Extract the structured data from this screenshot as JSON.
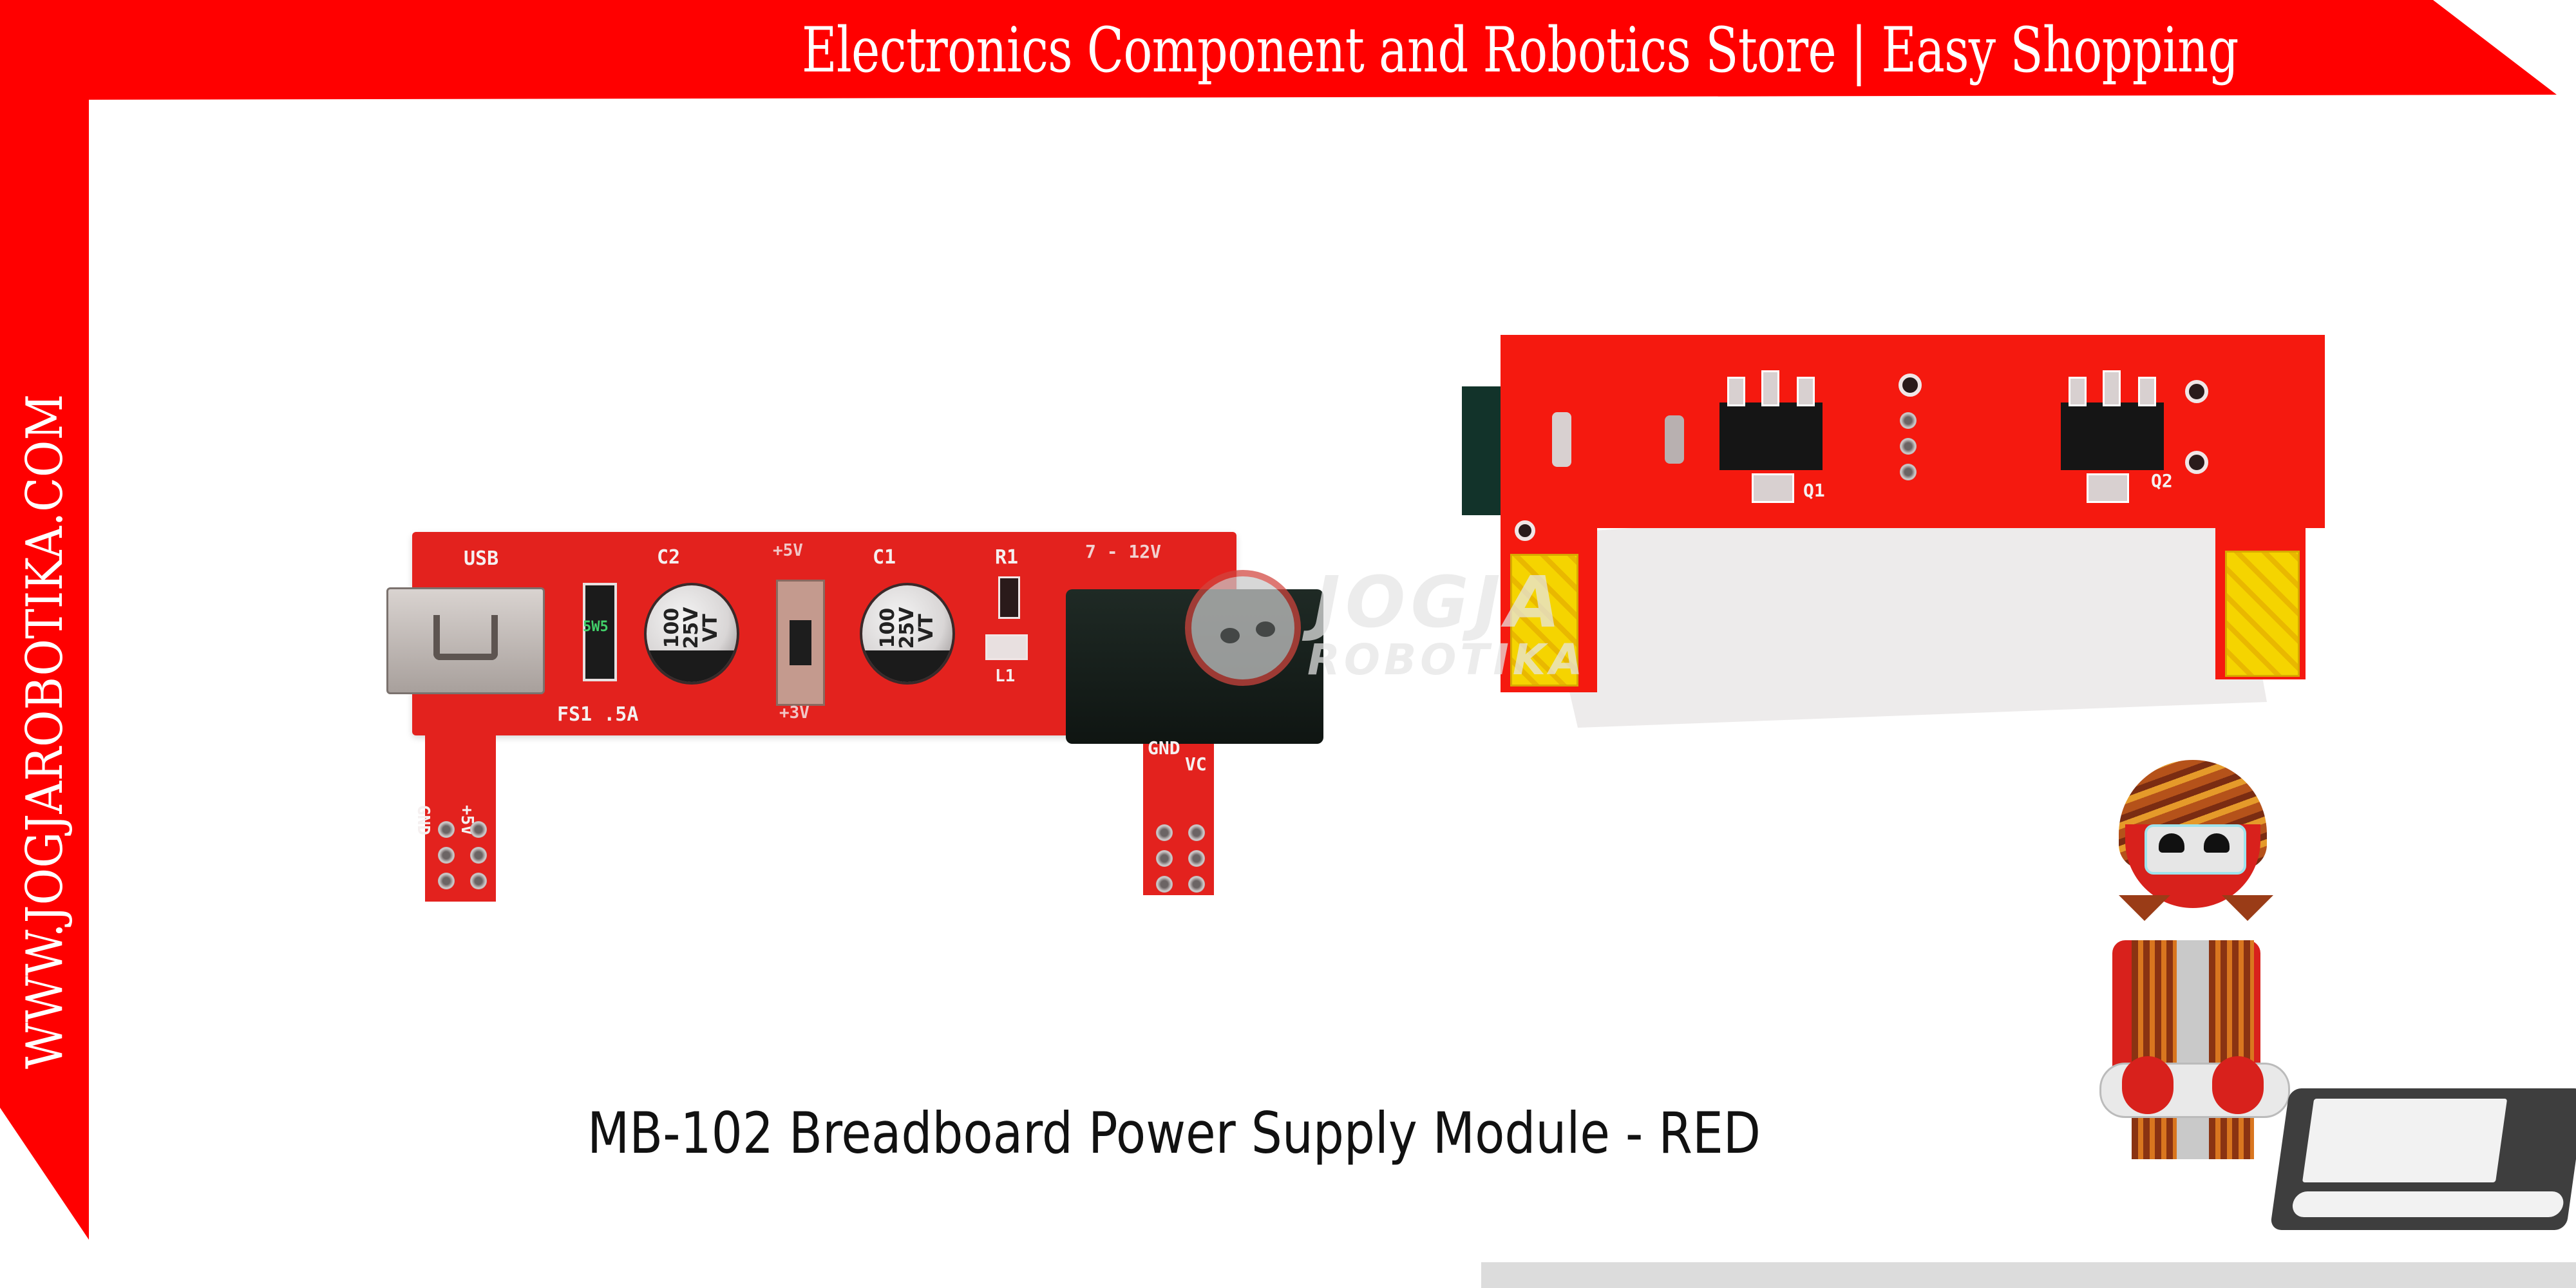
{
  "banner": {
    "tagline": "Electronics Component and Robotics Store | Easy Shopping",
    "website": "WWW.JOGJAROBOTIKA.COM",
    "brand_color": "#ff0000",
    "text_color": "#ffffff"
  },
  "product": {
    "title": "MB-102 Breadboard Power Supply Module - RED",
    "board_color": "#e8231f"
  },
  "watermark": {
    "line1": "JOGJA",
    "line2": "ROBOTIKA",
    "logo_icon": "robot-face-logo-icon"
  },
  "board_front": {
    "labels": {
      "usb": "USB",
      "c2": "C2",
      "plus5v_top": "+5V",
      "c1": "C1",
      "r1": "R1",
      "volt_range": "7 - 12V",
      "fuse": "FS1 .5A",
      "fuse_chip": "5W5",
      "l1": "L1",
      "gnd_left": "GND",
      "plus5v_left": "+5V",
      "gnd_right": "GND",
      "vcc_right": "VC",
      "switch_bottom": "+3V"
    },
    "capacitors": [
      {
        "name": "C2",
        "marking": "100\n25V\nVT"
      },
      {
        "name": "C1",
        "marking": "100\n25V\nVT"
      }
    ]
  },
  "board_back": {
    "labels": {
      "q1": "Q1",
      "q2": "Q2"
    }
  },
  "mascot": {
    "description": "Red robot mascot in striped turban and vest",
    "icon": "robot-mascot-icon"
  }
}
